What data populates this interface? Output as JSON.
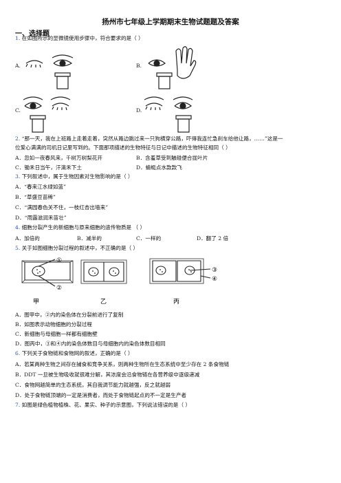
{
  "title": "扬州市七年级上学期期末生物试题题及答案",
  "section": "一、选择题",
  "q1": {
    "num": "1.",
    "text": "在如图所示的显微镜使用步骤中，符合要求的是（    ）",
    "opts": [
      "A.",
      "B.",
      "C.",
      "D."
    ]
  },
  "q2": {
    "num": "2.",
    "line1": "“那一天，我在上班路上走着走着，突然从路边跳过来一只狗横穿公路，吓得我连忙急刹车给他让路，……”这是一",
    "line2": "位爱心满满的司机日记里写到的。下面那项描述的生物特征与日记中描述的生物特征相同（     ）",
    "A": "A．忽如一夜春风来，千树万树梨花开",
    "B": "B．含羞草受到触碰便合拢叶片",
    "C": "C．锄禾日当午，汗滴禾下土",
    "D": "D．蜻蜓点水款款飞"
  },
  "q3": {
    "num": "3.",
    "text": "下列叙述中，属于生物因素对生物影响的是（      ）",
    "A": "A．“春来江水绿如蓝”",
    "B": "B．“草盛豆苗稀”",
    "C": "C．“满园春色关不住，一枝红杏出墙来”",
    "D": "D．“雨露滋润禾苗壮”"
  },
  "q4": {
    "num": "4.",
    "text": "细胞分裂产生的新细胞与原来细胞的遗传物质是              （     ）",
    "A": "A．加倍的",
    "B": "B．减半的",
    "C": "C．一样的",
    "D": "D．翻了 2 倍"
  },
  "q5": {
    "num": "5.",
    "text": "关于如图细胞分裂过程的叙述中，不正确的是（      ）",
    "figure": {
      "labels": [
        "甲",
        "乙",
        "丙"
      ],
      "marks": [
        "①",
        "②",
        "③",
        "④"
      ]
    },
    "A1": "A．图甲中，",
    "A2": "内的染色体在分裂前进行了复制",
    "B": "B．如图表示动物细胞的分裂过程",
    "C": "C．新细胞与母细胞一样都有细胞壁",
    "D1": "D．图丙中，",
    "D2": "和",
    "D3": "内的染色体数目与母细胞内的染色体数目相同"
  },
  "q6": {
    "num": "6.",
    "text": "下列关于食物链和食物网的叙述，正确的是（      ）",
    "A": "A．若某两种生物之间存在捕食和竞争关系，则两种生物所在生态系统中至少存在 2 条食物链",
    "B": "B．DDT 一旦被生物吸收就很难分解，其浓度会沿食物链在各营养级中逐级递减",
    "C": "C．食物网越简单的生态系统，其自我调节能力就越强，反之就越弱",
    "D": "D．处于食物链顶端的一定是消费者，而处于食物链起点的不一定是生产者"
  },
  "q7": {
    "num": "7.",
    "text": "如图是绿色植物植株、花、果实、种子的示意图，下列说法错误的是（      ）"
  }
}
